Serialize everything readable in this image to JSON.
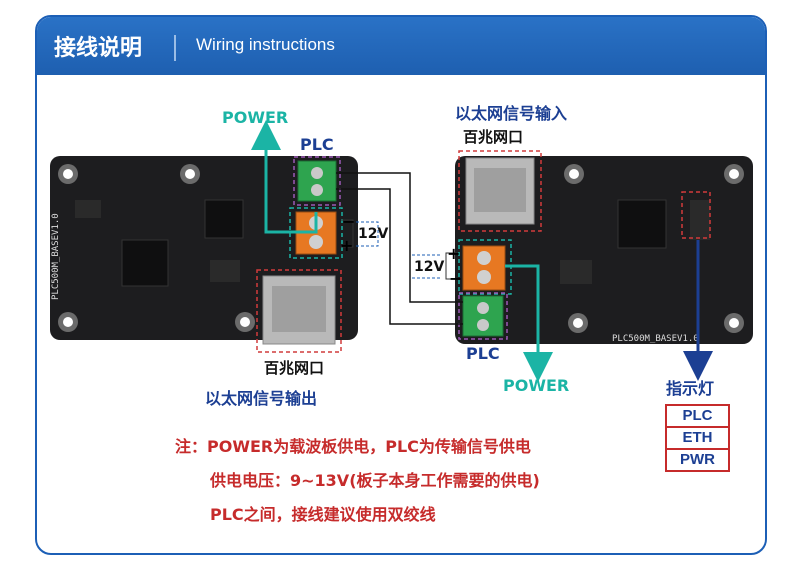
{
  "header": {
    "title_cn": "接线说明",
    "title_en": "Wiring instructions"
  },
  "left_board": {
    "power_label": "POWER",
    "plc_label": "PLC",
    "voltage": "12V",
    "port_label": "百兆网口",
    "port_caption": "以太网信号输出",
    "silkscreen": "PLC500M_BASEV1.0"
  },
  "right_board": {
    "caption": "以太网信号输入",
    "port_label": "百兆网口",
    "voltage": "12V",
    "plc_label": "PLC",
    "power_label": "POWER",
    "indicator_label": "指示灯",
    "silkscreen": "PLC500M_BASEV1.0"
  },
  "legend": [
    "PLC",
    "ETH",
    "PWR"
  ],
  "notes": [
    "注：POWER为载波板供电，PLC为传输信号供电",
    "供电电压：9~13V(板子本身工作需要的供电)",
    "PLC之间，接线建议使用双绞线"
  ],
  "colors": {
    "teal": "#1bb4a5",
    "blue": "#1c3f93",
    "red": "#c62b2b",
    "header": "#1e5fb0"
  }
}
